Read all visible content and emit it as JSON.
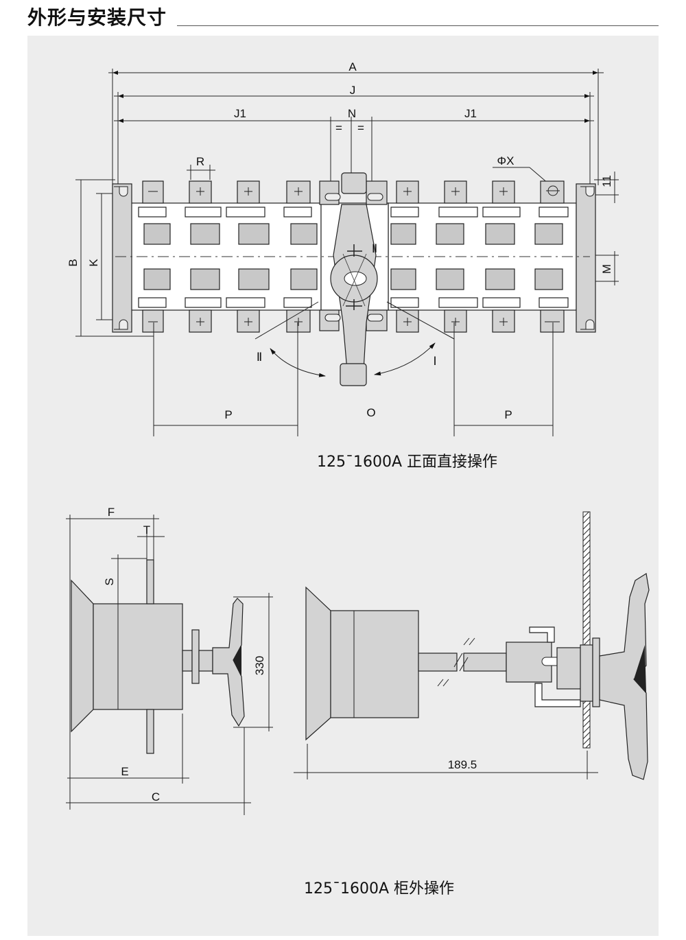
{
  "header": {
    "title": "外形与安装尺寸"
  },
  "front_view": {
    "dims": {
      "A": "A",
      "J": "J",
      "J1_left": "J1",
      "N": "N",
      "J1_right": "J1",
      "eq_left": "=",
      "eq_right": "=",
      "R": "R",
      "PhiX": "ΦX",
      "eleven": "11",
      "B": "B",
      "K": "K",
      "M": "M",
      "P_left": "P",
      "P_right": "P",
      "O": "O",
      "pos_II_left": "Ⅱ",
      "pos_I_right": "Ⅰ",
      "pos_II_center": "Ⅱ"
    },
    "caption": "125¯1600A 正面直接操作"
  },
  "side_view": {
    "dims": {
      "F": "F",
      "T": "T",
      "S": "S",
      "E": "E",
      "C": "C",
      "h330": "330",
      "w189": "189.5"
    },
    "caption": "125¯1600A 柜外操作"
  }
}
